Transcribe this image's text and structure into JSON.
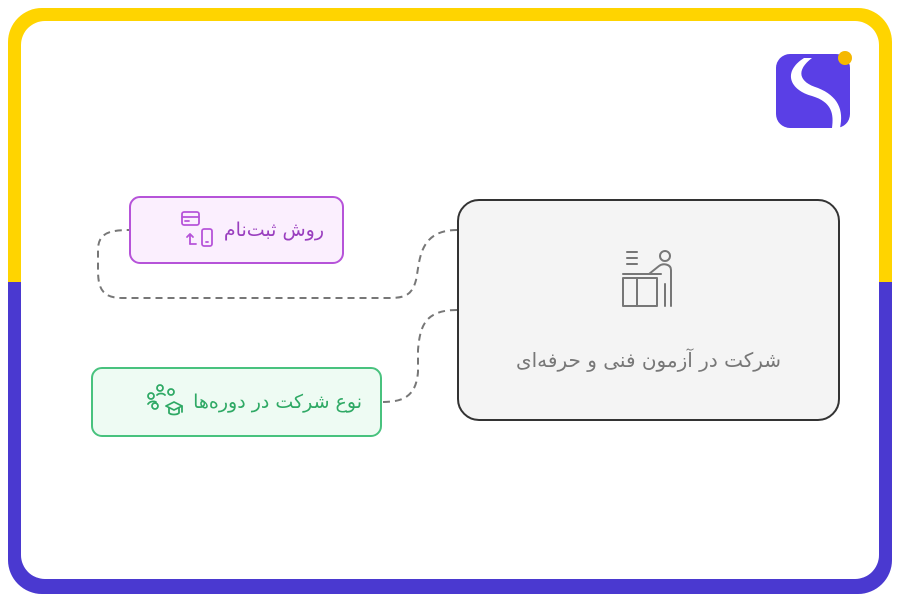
{
  "colors": {
    "frame_top": "#FFD400",
    "frame_bottom": "#4A39D0",
    "connector": "#777777",
    "purple_fill": "#FBEFFE",
    "purple_border": "#B653D9",
    "purple_text": "#9A3FBF",
    "green_fill": "#EEFBF3",
    "green_border": "#48C27E",
    "green_text": "#2FA965",
    "main_fill": "#F4F4F4",
    "main_border": "#333333",
    "main_text": "#777777",
    "logo_bg": "#5A3FE6",
    "logo_dot": "#F5B800"
  },
  "diagram": {
    "main_node": {
      "label": "شرکت در آزمون فنی و حرفه‌ای",
      "icon": "desk-worker-icon"
    },
    "branches": [
      {
        "label": "روش ثبت‌نام",
        "icon": "card-to-phone-icon"
      },
      {
        "label": "نوع شرکت در دوره‌ها",
        "icon": "group-graduation-icon"
      }
    ]
  },
  "logo": {
    "icon": "brand-logo-icon"
  }
}
